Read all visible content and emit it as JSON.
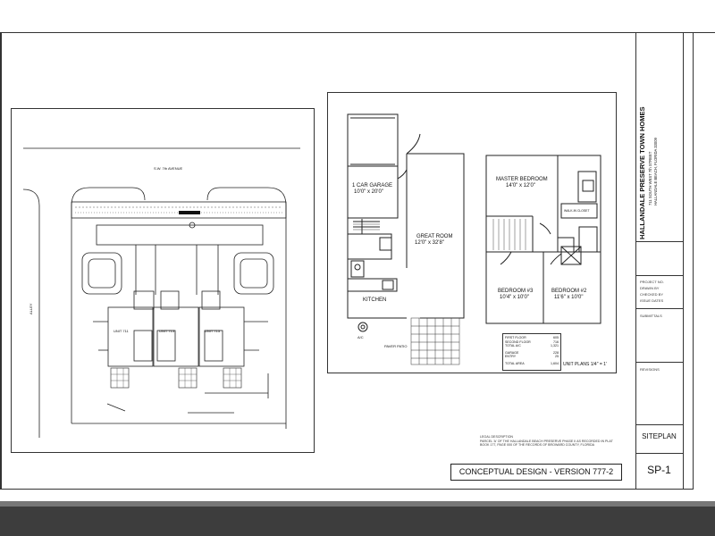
{
  "sheet": {
    "project_title": "HALLANDALE PRESERVE TOWN HOMES",
    "project_address_line1": "711 SOUTH WEST 7th STREET",
    "project_address_line2": "HALLANDALE BEACH, FLORIDA 33009",
    "sheet_name": "SITEPLAN",
    "sheet_number": "SP-1",
    "version": "CONCEPTUAL DESIGN - VERSION 777-2",
    "title_block_small_labels": [
      "PROJECT NO.",
      "DRAWN BY",
      "CHECKED BY",
      "ISSUE DATES",
      "SUBMITTALS",
      "REVISIONS"
    ],
    "legal_description_heading": "LEGAL DESCRIPTION",
    "legal_description_text": "PARCEL 'A' OF THE HALLANDALE BEACH PRESERVE PHASE II AS RECORDED IN PLAT BOOK 177, PAGE 000 OF THE RECORDS OF BROWARD COUNTY, FLORIDA"
  },
  "site_plan": {
    "street_label": "S.W. 7th AVENUE",
    "alley_label": "ALLEY",
    "unit_labels": [
      "UNIT 711",
      "UNIT 713",
      "UNIT 715"
    ]
  },
  "unit_plan": {
    "rooms": [
      {
        "name": "1 CAR GARAGE",
        "size": "10'0\" x 20'0\""
      },
      {
        "name": "GREAT ROOM",
        "size": "12'0\" x 32'8\""
      },
      {
        "name": "KITCHEN",
        "size": ""
      },
      {
        "name": "MASTER BEDROOM",
        "size": "14'0\" x 12'0\""
      },
      {
        "name": "BEDROOM #3",
        "size": "10'4\" x 10'0\""
      },
      {
        "name": "BEDROOM #2",
        "size": "11'6\" x 10'0\""
      }
    ],
    "walk_in_closet": "WALK-IN CLOSET",
    "patio_label": "PAVER PATIO",
    "ac_label": "A/C",
    "scale_note": "UNIT PLANS 1/4\" = 1'",
    "area_table": [
      {
        "label": "FIRST FLOOR",
        "value": "605"
      },
      {
        "label": "SECOND FLOOR",
        "value": "716"
      },
      {
        "label": "TOTAL A/C",
        "value": "1,321"
      },
      {
        "label": "GARAGE",
        "value": "228"
      },
      {
        "label": "ENTRY",
        "value": "25"
      },
      {
        "label": "TOTAL AREA",
        "value": "1,604"
      }
    ]
  }
}
